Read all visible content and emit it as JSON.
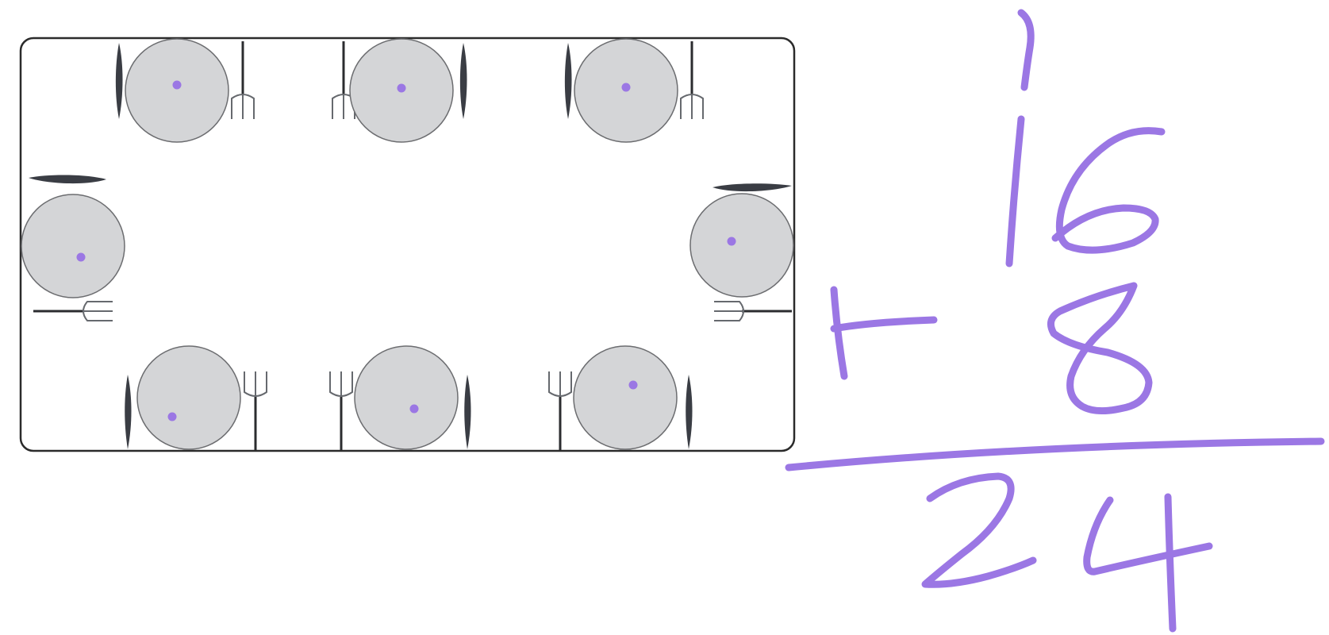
{
  "diagram": {
    "table_shape": "rectangle",
    "place_settings": 8,
    "dot_color": "#9b77e4",
    "plate_color": "#d4d5d7"
  },
  "handwriting": {
    "ink_color": "#9b77e4",
    "addend_1": "16",
    "operator": "+",
    "addend_2": "8",
    "sum": "24"
  }
}
